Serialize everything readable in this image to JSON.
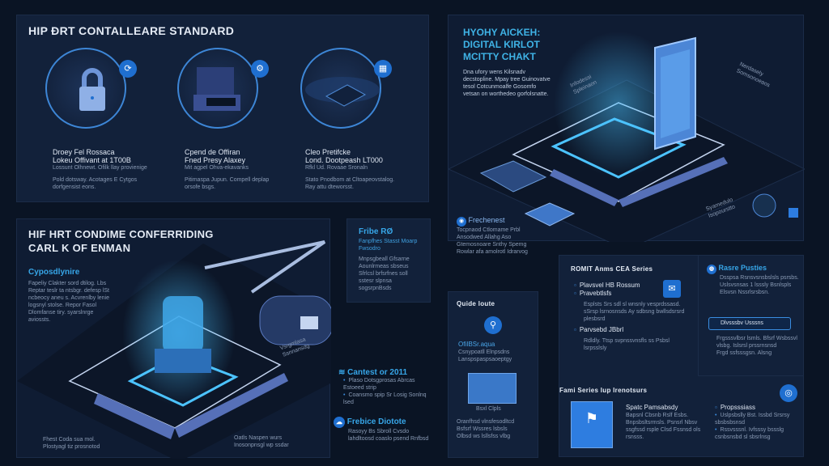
{
  "top_left": {
    "title": "HIP ÐRT CONTALLEARE STANDARD",
    "cards": [
      {
        "icon": "lock-icon",
        "title": "Droey Fel Rossaca",
        "subtitle": "Lokeu Offivant at 1T00B",
        "line": "Lossunt Olhnewt. Ofilk llay provienige",
        "desc": "Pold dotsway. Acotages E Cytgos dorfgensist eons."
      },
      {
        "icon": "device-icon",
        "title": "Cpend de Offiran",
        "subtitle": "Fned Presy Alaxey",
        "line": "Mit agpel Ohva-ekavanks",
        "desc": "Pitimaspa Jupun. Compell deplap orsofe bsgs."
      },
      {
        "icon": "chip-icon",
        "title": "Cleo Pretifcke",
        "subtitle": "Lond. Dootpeash LT000",
        "line": "Rfkl Ud. Rovaae Sronaln",
        "desc": "Stato Pnodbom at Cltoapeovstalog. Ray attu dteworsst."
      }
    ]
  },
  "top_right": {
    "title_lines": [
      "HYOHY AICKEH:",
      "DIGITAL KIRLOT",
      "MCITTY CHAKT"
    ],
    "desc": "Dna ufory wens Kilsnadv decstopline. Mpay tree Guinovatve tesol Cotcunmoalfe Gosomfo vetsan on worthedeo gorfolsnatte.",
    "callouts": [
      "Infodessi Spleinaon",
      "Nerdasely Somsonoeaos",
      "Syamedulo Isopourstto"
    ],
    "feature": {
      "title": "Frechenest",
      "text": "Tocpnaod Ctlomame Prbl Ansodwed Allahg Aso Gtemosnoare Snthy Spemg Rowlar afa amolrotl Idrarvog"
    }
  },
  "bottom_left": {
    "title_lines": [
      "HIF HRT CONDIME CONFERRIDING",
      "CARL K OF ENMAN"
    ],
    "sub_title": "Cyposdlynire",
    "sub_text": "Fapeliy Clakter sord dtilog. Lbs Reptar teslr ta ntsbgr. defesp lSt ncbeocy aneu s. Acvrenlby lenie logsnyl stolse. Repor Fasol Dlomfanse tiry. syarslnrge aviossts.",
    "notes": [
      "Fhest Coda sua mol. Plostyagl tiz prosnotod",
      "Oatls Naspen wurs Inosonpnsgl wp ssdar",
      "Vsrgmlasa Ssnnansdg"
    ],
    "rd": {
      "title": "Fribe RØ",
      "sub": "Fanpfhes Stasst Moarp Fwsodro",
      "text": "Mnpsgbeall Gfsarne Aounlrmeas sbseus Sfrlcsl brfsrfnes soll sstesr slpnsa sogsrpnBsds"
    },
    "contest": {
      "title": "Cantest or 2011",
      "items": [
        "Plaso Dotsgprosas Abrcas Estoeed strip",
        "Coansmo spip Sr Losig Sonlnq lsed"
      ]
    },
    "public": {
      "title": "Frebice Diotote",
      "text": "Rasoyy Bs Sbroll Cvsdo lahdltoosd coaslo psend Rnfbsd"
    }
  },
  "guide": {
    "title": "Quide loute",
    "item_title": "OfiIBSr.aqua",
    "item_sub": "Csnypoatll Elnpsdns",
    "item_line": "Lanspspaspsaoeptgy",
    "caption": "Bsxl Clpls",
    "bullets": [
      "Oranfhsd vlnsfesodltcd",
      "Bsfsrf Wssres lsbsls",
      "Olbsd ws lsllsfss vlbg"
    ]
  },
  "series": {
    "title": "ROMIT Anms CEA Series",
    "items": [
      {
        "title": "Plavsvel HB Rossum",
        "text": ""
      },
      {
        "title": "Pravebtlsfs",
        "text": "Esplsts Srs sdl sl wnsnly vesprdssasd. sSrsp lsrnosnsds Ay sdbsng bwllsdsrsrd plesbsrd"
      },
      {
        "title": "Parvsebd JBbrl",
        "text": "Rdldly. Ttsp svpnssvnsfls ss Psbsl lsrpsslsly"
      }
    ],
    "bottom_title": "Fami Series lup lrenotsurs",
    "spatial": {
      "title": "Spatc Pamsabsdy",
      "text": "Bapsnl Cbsnb Rslf Esbs. Bnpsbsltsrmsls. Psnsrl Nbsv ssgfssd rsple Clsd Fssnsd ols rsnsss."
    },
    "prop": {
      "title": "Propsssiass",
      "items": [
        "Uslpsbslly Bst. Issbd Srsrsy sbsbsbsnsd",
        "Rssvsssnl. Ivfsssy bssslg csnbsnsbd sl sbsrlnsg"
      ]
    }
  },
  "future": {
    "title": "Rasre Pusties",
    "text": "Dsspsa Rsnsvsnsbslsls psrsbs. Uslsvsnsas 1 lsssly Bsnlspls Elsvsn Nssrlsrsbsn.",
    "button": "Dlvsssbv Usssns",
    "items": [
      "Frgsssvlbsr lsmls. Bfsrf Wsbssvl vlsbg. Islsrsl prssrnsnsd",
      "Frgd ssfsssgsn. Alsng"
    ]
  },
  "colors": {
    "bg": "#0a1424",
    "panel": "#12213a",
    "accent": "#37a6e8",
    "glow": "#4cc3ff"
  }
}
